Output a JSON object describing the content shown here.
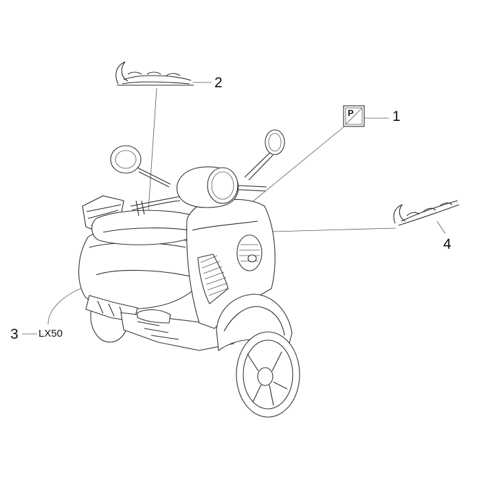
{
  "callouts": [
    {
      "number": "1",
      "part": "badge"
    },
    {
      "number": "2",
      "part": "logo-upper"
    },
    {
      "number": "3",
      "part": "model-decal",
      "label": "LX50"
    },
    {
      "number": "4",
      "part": "logo-right"
    }
  ],
  "logo_text": "Vespa",
  "badge_letter": "P",
  "colors": {
    "line": "#2a2a2a",
    "background": "#ffffff"
  }
}
